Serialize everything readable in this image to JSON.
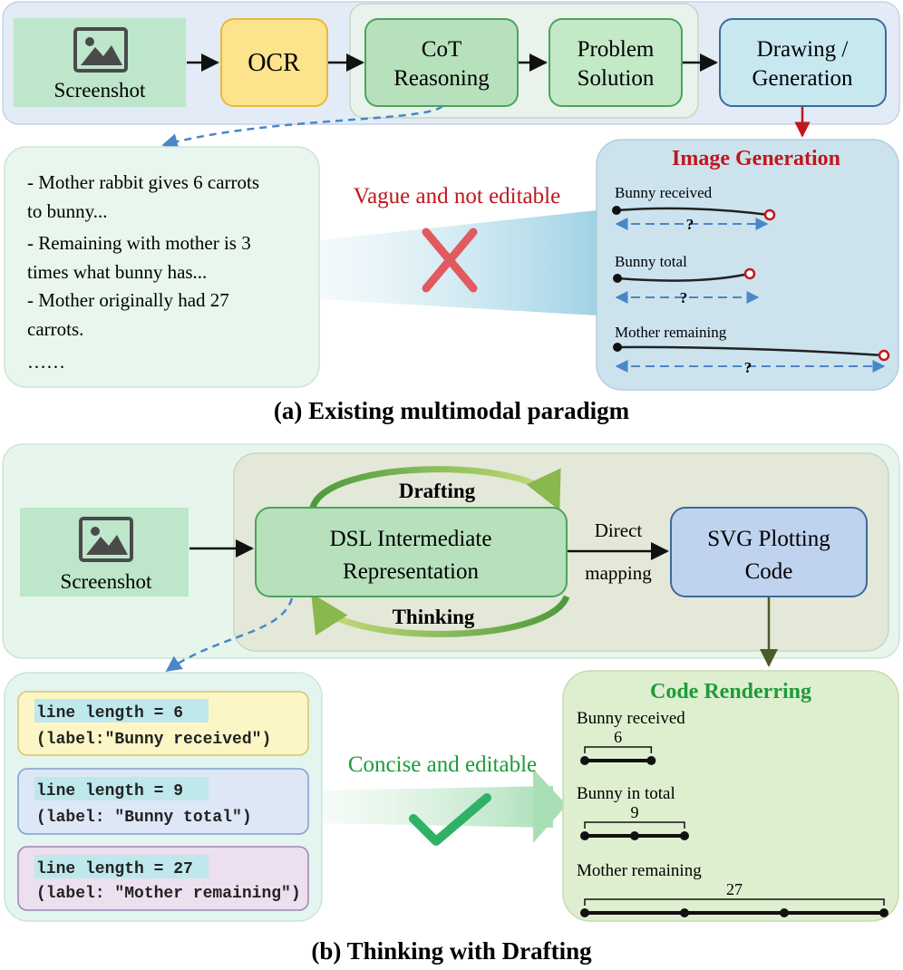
{
  "panel_a": {
    "caption": "(a) Existing multimodal paradigm",
    "nodes": {
      "screenshot": "Screenshot",
      "ocr": "OCR",
      "cot": [
        "CoT",
        "Reasoning"
      ],
      "problem": [
        "Problem",
        "Solution"
      ],
      "drawing": [
        "Drawing /",
        "Generation"
      ]
    },
    "text_box_lines": [
      "- Mother rabbit gives 6 carrots",
      "to bunny...",
      "- Remaining with mother is 3",
      "times what bunny has...",
      "- Mother originally had 27",
      "carrots.",
      "……"
    ],
    "verdict": "Vague and not editable",
    "image_generation": {
      "title": "Image Generation",
      "rows": [
        {
          "label": "Bunny received",
          "marker": "?"
        },
        {
          "label": "Bunny total",
          "marker": "?"
        },
        {
          "label": "Mother remaining",
          "marker": "?"
        }
      ]
    }
  },
  "panel_b": {
    "caption": "(b) Thinking with Drafting",
    "nodes": {
      "screenshot": "Screenshot",
      "dsl": [
        "DSL Intermediate",
        "Representation"
      ],
      "svg": [
        "SVG Plotting",
        "Code"
      ]
    },
    "loop_top": "Drafting",
    "loop_bottom": "Thinking",
    "mapping": [
      "Direct",
      "mapping"
    ],
    "code_blocks": [
      {
        "line1": "line length = 6",
        "line2": "(label:\"Bunny received\")"
      },
      {
        "line1": "line length = 9",
        "line2": "(label: \"Bunny total\")"
      },
      {
        "line1": "line length = 27",
        "line2": "(label: \"Mother remaining\")"
      }
    ],
    "verdict": "Concise and editable",
    "code_rendering": {
      "title": "Code Renderring",
      "rows": [
        {
          "label": "Bunny received",
          "value": "6",
          "segments": 1
        },
        {
          "label": "Bunny in total",
          "value": "9",
          "segments": 2
        },
        {
          "label": "Mother remaining",
          "value": "27",
          "segments": 3
        }
      ]
    }
  },
  "colors": {
    "panel_a_bg": "#e3ebf6",
    "panel_b_bg": "#e6f6ec",
    "green_node": "#b7e1bc",
    "ocr_node": "#fde38c",
    "drawing_node": "#c8e8f0",
    "svg_node": "#bfd3ee",
    "accent_red": "#c0161c",
    "accent_green": "#1e9b3a",
    "arrow_blue": "#4a86c8"
  }
}
